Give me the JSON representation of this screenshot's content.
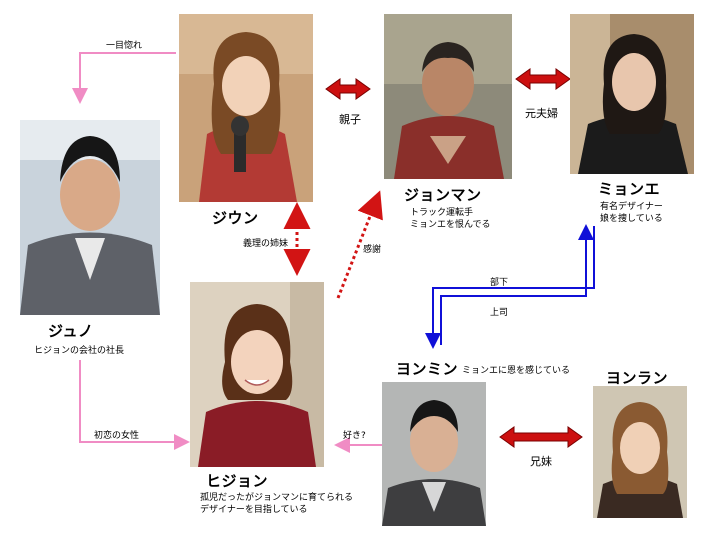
{
  "colors": {
    "pink_line": "#f08cc4",
    "blue_line": "#1010d8",
    "red_arrow": "#cc1010",
    "dotted_red": "#d21414"
  },
  "people": {
    "jiun": {
      "name": "ジウン"
    },
    "jonman": {
      "name": "ジョンマン",
      "desc": [
        "トラック運転手",
        "ミョンエを恨んでる"
      ]
    },
    "myonae": {
      "name": "ミョンエ",
      "desc": [
        "有名デザイナー",
        "娘を捜している"
      ]
    },
    "juno": {
      "name": "ジュノ",
      "desc": [
        "ヒジョンの会社の社長"
      ]
    },
    "hijon": {
      "name": "ヒジョン",
      "desc": [
        "孤児だったがジョンマンに育てられる",
        "デザイナーを目指している"
      ]
    },
    "yonmin": {
      "name": "ヨンミン",
      "desc": [
        "ミョンエに恩を感じている"
      ]
    },
    "yonran": {
      "name": "ヨンラン"
    }
  },
  "relations": {
    "hitomebore": "一目惚れ",
    "oyako": "親子",
    "motofuufu": "元夫婦",
    "giri_shimai": "義理の姉妹",
    "kansha": "感謝",
    "buka": "部下",
    "joushi": "上司",
    "hatsukoi": "初恋の女性",
    "suki": "好き?",
    "kyoudai": "兄妹"
  }
}
